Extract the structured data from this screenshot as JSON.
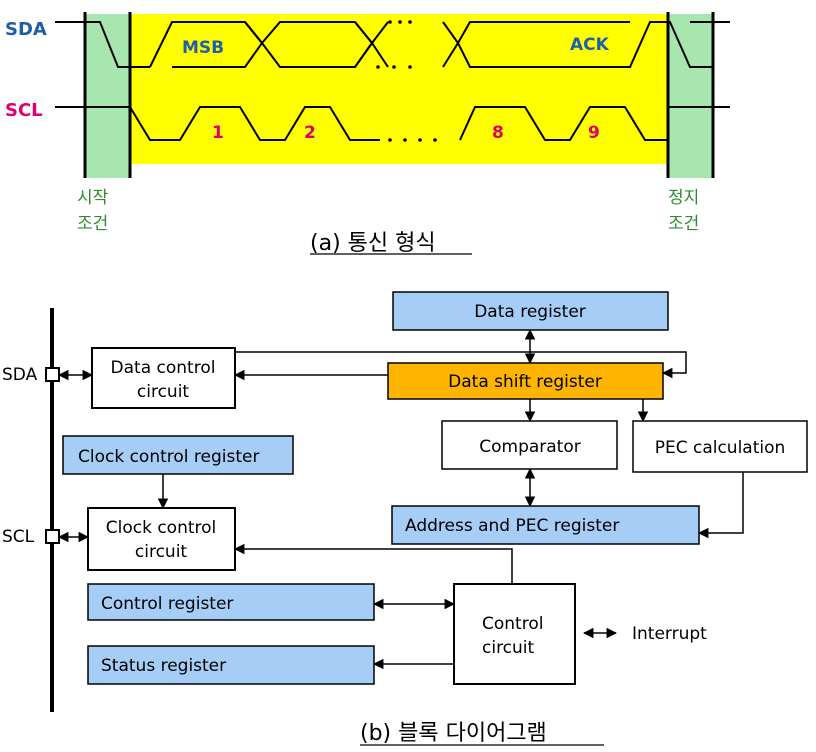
{
  "colors": {
    "sda_label": "#1f5fa8",
    "scl_label": "#e0006a",
    "timing_fill": "#ffff00",
    "condition_fill": "#a8e6b0",
    "condition_text": "#2e8b2e",
    "register_fill": "#a6cdf5",
    "shift_register_fill": "#ffb400",
    "plain_fill": "#ffffff",
    "bit_number": "#e0006a",
    "field_label": "#1f5fa8"
  },
  "timing": {
    "sda_label": "SDA",
    "scl_label": "SCL",
    "msb_label": "MSB",
    "ack_label": "ACK",
    "clock_numbers": [
      "1",
      "2",
      "8",
      "9"
    ],
    "start_condition": [
      "시작",
      "조건"
    ],
    "stop_condition": [
      "정지",
      "조건"
    ],
    "caption": "(a) 통신 형식"
  },
  "block": {
    "sda_label": "SDA",
    "scl_label": "SCL",
    "data_register": "Data register",
    "data_control": [
      "Data control",
      "circuit"
    ],
    "data_shift_register": "Data shift register",
    "comparator": "Comparator",
    "pec_calculation": "PEC calculation",
    "clock_control_register": "Clock control register",
    "clock_control_circuit": [
      "Clock control",
      "circuit"
    ],
    "address_pec_register": "Address and PEC register",
    "control_register": "Control register",
    "status_register": "Status register",
    "control_circuit": [
      "Control",
      "circuit"
    ],
    "interrupt": "Interrupt",
    "caption": "(b) 블록 다이어그램"
  }
}
